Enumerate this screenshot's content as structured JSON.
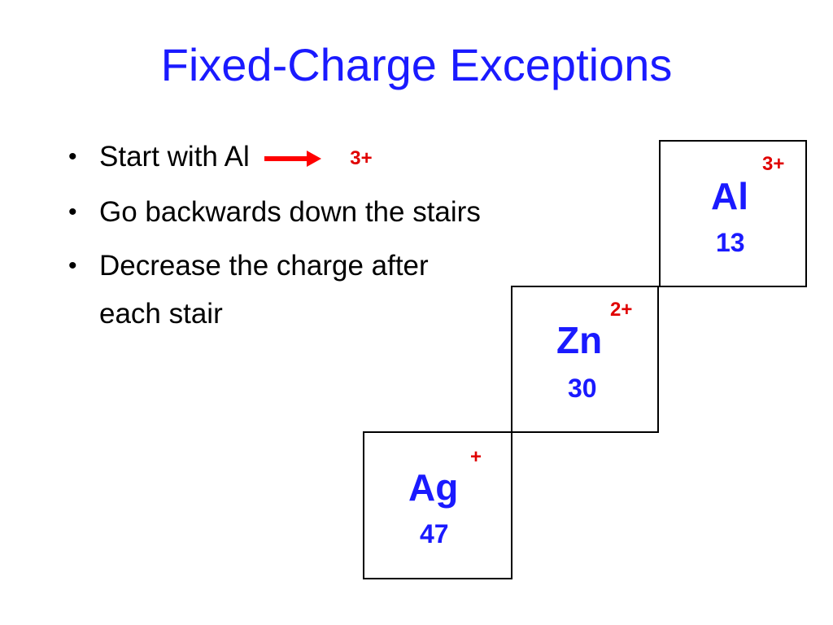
{
  "title": "Fixed-Charge Exceptions",
  "bullets": {
    "dot": "•",
    "item1_text": "Start with Al",
    "item1_charge": "3+",
    "item2_text": "Go backwards down the stairs",
    "item3_line1": "Decrease the charge after",
    "item3_line2": "each stair"
  },
  "elements": [
    {
      "symbol": "Al",
      "number": "13",
      "charge": "3+"
    },
    {
      "symbol": "Zn",
      "number": "30",
      "charge": "2+"
    },
    {
      "symbol": "Ag",
      "number": "47",
      "charge": "+"
    }
  ],
  "colors": {
    "title": "#1a1aff",
    "element_text": "#1a1aff",
    "charge": "#e00000",
    "arrow": "#ff0000"
  },
  "icons": {
    "arrow": "right-arrow-icon"
  }
}
